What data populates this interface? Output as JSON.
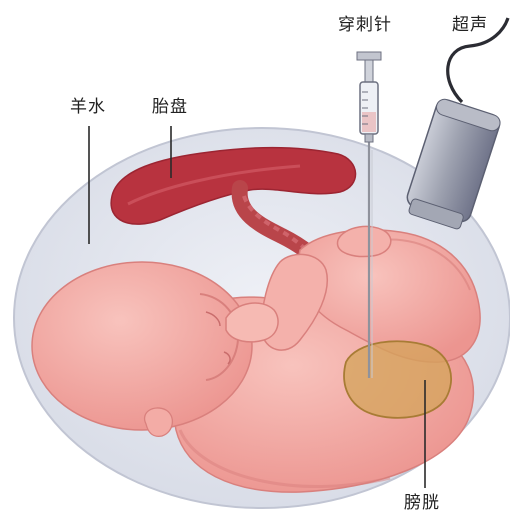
{
  "labels": {
    "amniotic_fluid": "羊水",
    "placenta": "胎盘",
    "puncture_needle": "穿刺针",
    "ultrasound": "超声",
    "bladder": "膀胱"
  },
  "colors": {
    "sac_fill": "#dde0ea",
    "sac_edge": "#c3c7d4",
    "placenta": "#b8333f",
    "umbilical_cord": "#b9454a",
    "fetal_skin": "#f2a8a4",
    "fetal_shadow": "#e48d8b",
    "bladder": "#d4a45a",
    "probe_body": "#8e93a1",
    "needle": "#9a9ca4"
  },
  "icons": {
    "needle": "syringe-icon",
    "probe": "ultrasound-probe-icon"
  }
}
